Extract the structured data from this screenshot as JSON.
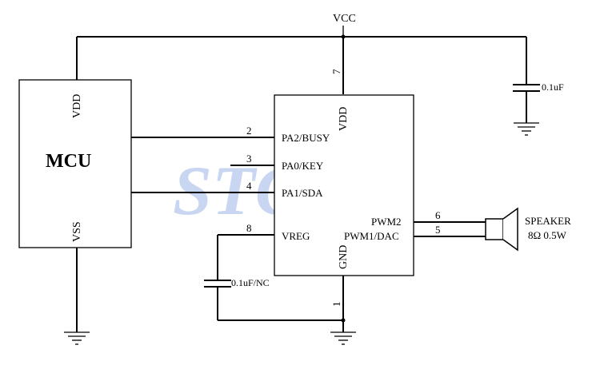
{
  "supply": {
    "vcc_label": "VCC"
  },
  "mcu": {
    "title": "MCU",
    "vdd_label": "VDD",
    "vss_label": "VSS"
  },
  "chip": {
    "vdd_label": "VDD",
    "gnd_label": "GND",
    "pins": {
      "pa2": {
        "name": "PA2/BUSY",
        "num": "2"
      },
      "pa0": {
        "name": "PA0/KEY",
        "num": "3"
      },
      "pa1": {
        "name": "PA1/SDA",
        "num": "4"
      },
      "vreg": {
        "name": "VREG",
        "num": "8"
      },
      "pwm2": {
        "name": "PWM2",
        "num": "6"
      },
      "pwm1": {
        "name": "PWM1/DAC",
        "num": "5"
      },
      "vdd": {
        "num": "7"
      },
      "gnd": {
        "num": "1"
      }
    }
  },
  "capacitors": {
    "decoupling": "0.1uF",
    "vreg": "0.1uF/NC"
  },
  "speaker": {
    "label": "SPEAKER",
    "rating": "8Ω 0.5W"
  },
  "watermark": "STChip"
}
